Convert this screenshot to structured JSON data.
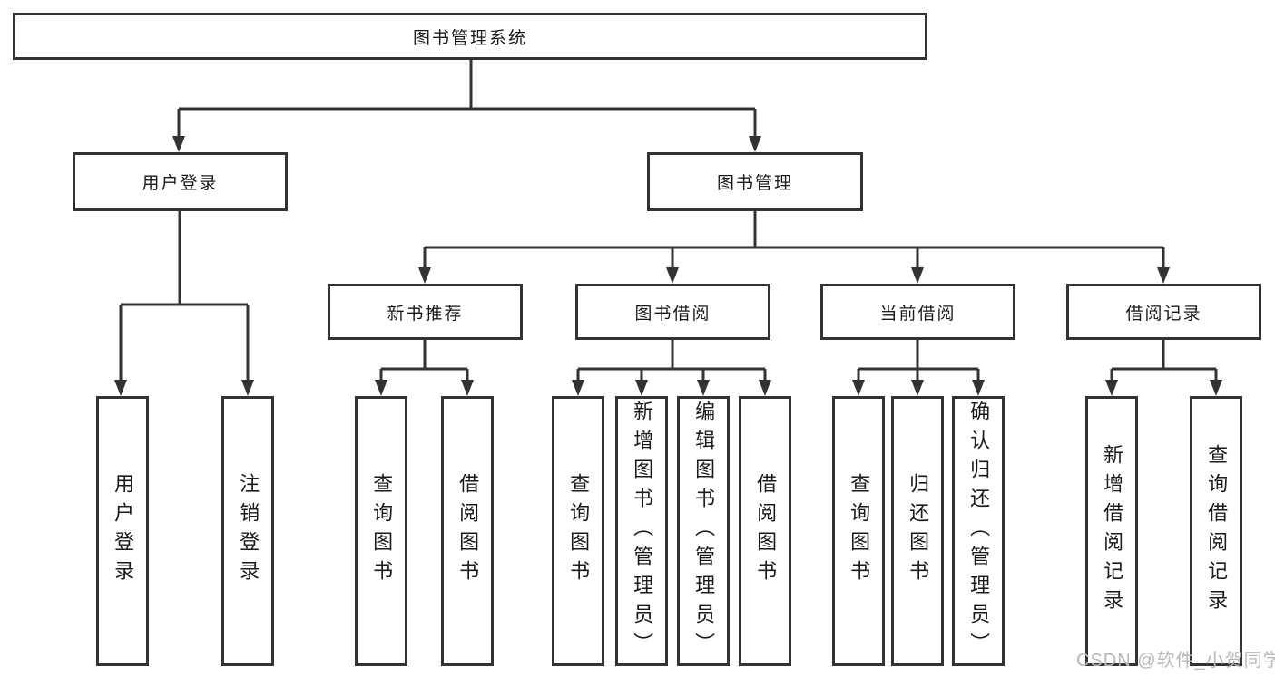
{
  "diagram": {
    "root_label": "图书管理系统",
    "level2": [
      {
        "label": "用户登录"
      },
      {
        "label": "图书管理"
      }
    ],
    "level3": [
      {
        "label": "新书推荐"
      },
      {
        "label": "图书借阅"
      },
      {
        "label": "当前借阅"
      },
      {
        "label": "借阅记录"
      }
    ],
    "leaves": {
      "user_login": [
        "用户登录",
        "注销登录"
      ],
      "new_book": [
        "查询图书",
        "借阅图书"
      ],
      "book_borrow": [
        "查询图书",
        "新增图书（管理员）",
        "编辑图书（管理员）",
        "借阅图书"
      ],
      "current_borrow": [
        "查询图书",
        "归还图书",
        "确认归还（管理员）"
      ],
      "borrow_records": [
        "新增借阅记录",
        "查询借阅记录"
      ]
    },
    "watermark": "CSDN @软件_小贺同学",
    "colors": {
      "line": "#333333",
      "text": "#1a1a1a",
      "background": "#ffffff",
      "watermark": "#b8b8b8"
    }
  }
}
